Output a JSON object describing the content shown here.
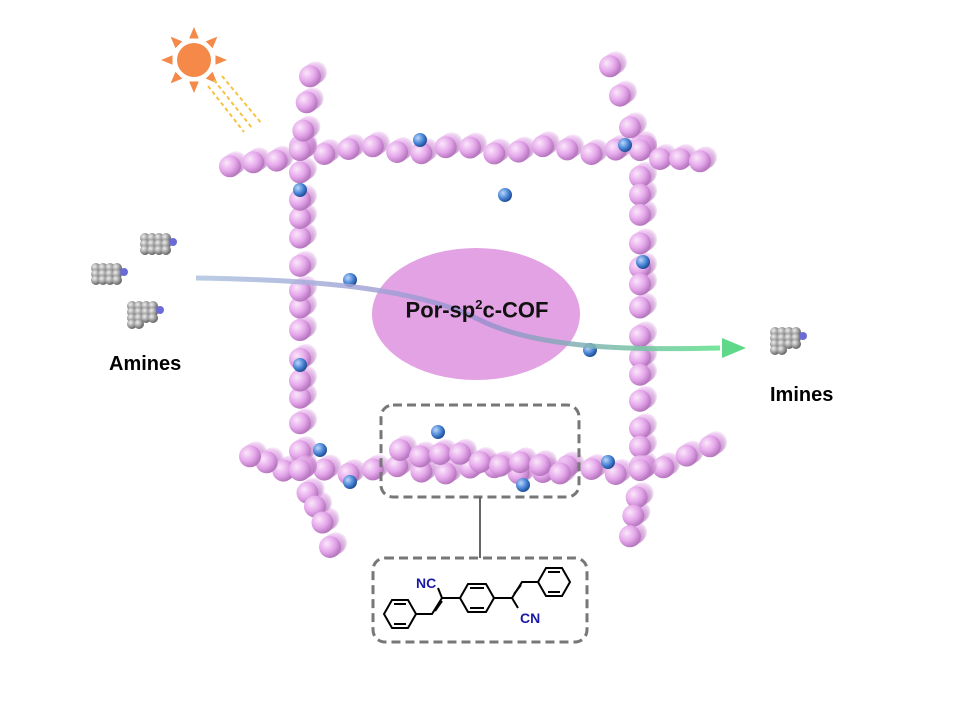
{
  "title": "Por-sp",
  "title_sup": "2",
  "title_rest": "c-COF",
  "reactant_label": "Amines",
  "product_label": "Imines",
  "linker": {
    "group_top": "NC",
    "group_bottom": "CN"
  },
  "colors": {
    "framework": "#e3a8e8",
    "nitrogen": "#4a86d6",
    "ellipse": "#e3a2e3",
    "sun": "#f5894a",
    "arrow_in": "#9bb8d8",
    "arrow_out": "#5fd88a"
  }
}
